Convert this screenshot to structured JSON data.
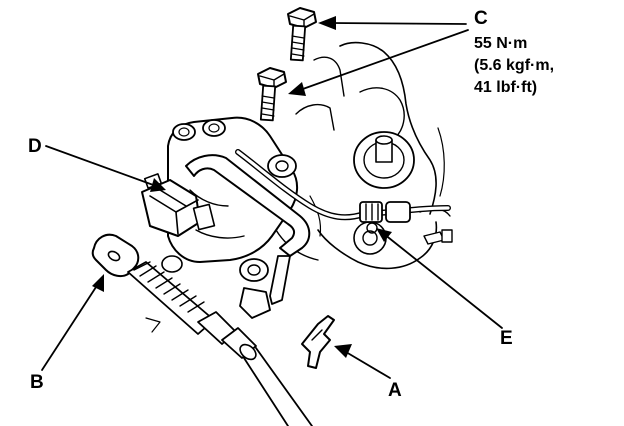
{
  "labels": {
    "a": "A",
    "b": "B",
    "c": "C",
    "d": "D",
    "e": "E"
  },
  "torque_spec": {
    "line1": "55 N·m",
    "line2": "(5.6 kgf·m,",
    "line3": "41 lbf·ft)"
  },
  "icons": {
    "bolts": "bolt-icon",
    "clip": "retaining-clip-icon",
    "cable": "shift-cable-icon"
  },
  "colors": {
    "ink": "#000000",
    "paper": "#ffffff"
  }
}
